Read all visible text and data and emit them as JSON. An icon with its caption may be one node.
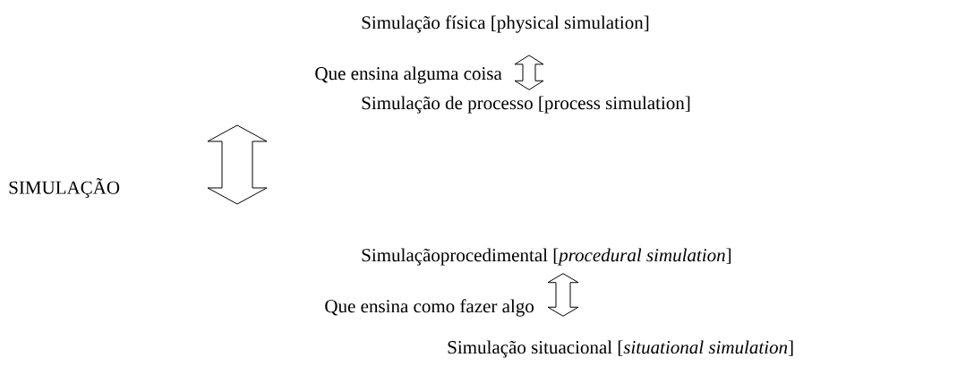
{
  "diagram": {
    "nodes": [
      {
        "text": [
          "Simulação física [physical simulation]"
        ]
      },
      {
        "text": [
          "Simulação de processo [process simulation]"
        ]
      },
      {
        "text": [
          "SIMULAÇÃO"
        ]
      },
      {
        "text": [
          "Simulaçãoprocedimental [*procedural simulation*]"
        ]
      },
      {
        "text": [
          "Simulação situacional [*situational simulation*]"
        ]
      }
    ],
    "edges": [
      {
        "from": 0,
        "to": 1,
        "arrow": "both",
        "label": "Que ensina alguma coisa"
      },
      {
        "from": 3,
        "to": 4,
        "arrow": "both",
        "label": "Que ensina como fazer algo"
      }
    ]
  }
}
